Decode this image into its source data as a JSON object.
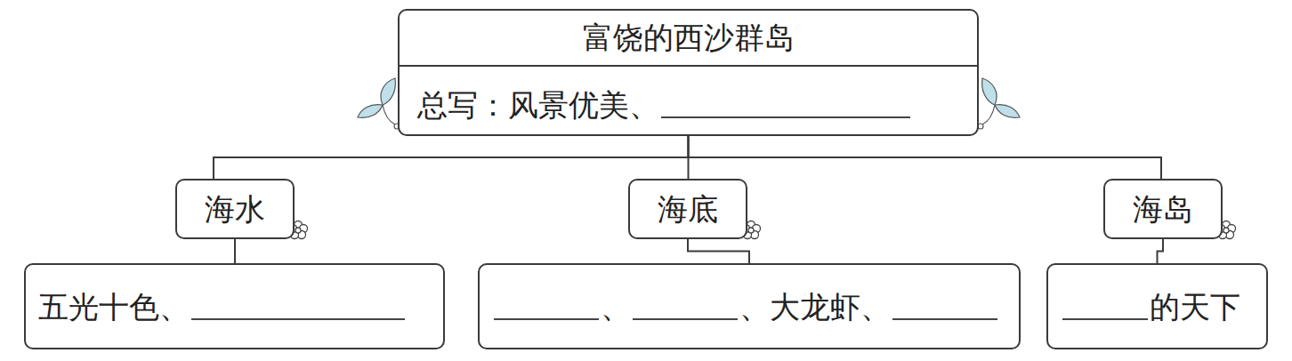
{
  "diagram": {
    "nodes": [
      {
        "text": [
          "富饶的西沙群岛",
          "总写：风景优美、"
        ]
      },
      {
        "text": [
          "海水"
        ]
      },
      {
        "text": [
          "海底"
        ]
      },
      {
        "text": [
          "海岛"
        ]
      },
      {
        "text": [
          "五光十色、"
        ]
      },
      {
        "text": [
          "、",
          "、大龙虾、"
        ]
      },
      {
        "text": [
          "的天下"
        ]
      }
    ],
    "edges": [
      {
        "from": 0,
        "to": 1,
        "arrow": "none"
      },
      {
        "from": 0,
        "to": 2,
        "arrow": "none"
      },
      {
        "from": 0,
        "to": 3,
        "arrow": "none"
      },
      {
        "from": 1,
        "to": 4,
        "arrow": "none"
      },
      {
        "from": 2,
        "to": 5,
        "arrow": "none"
      },
      {
        "from": 3,
        "to": 6,
        "arrow": "none"
      }
    ]
  }
}
